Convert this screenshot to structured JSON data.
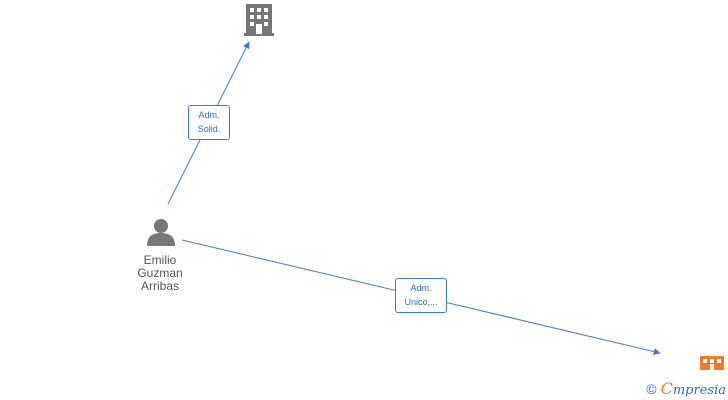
{
  "diagram": {
    "nodes": [
      {
        "id": "company-1",
        "kind": "company",
        "icon": "building-icon",
        "color": "#777777"
      },
      {
        "id": "person",
        "kind": "person",
        "icon": "person-icon",
        "color": "#777777",
        "name_lines": [
          "Emilio",
          "Guzman",
          "Arribas"
        ]
      },
      {
        "id": "company-2",
        "kind": "company",
        "icon": "building-icon",
        "color": "#f07a28"
      }
    ],
    "edges": [
      {
        "from": "person",
        "to": "company-1",
        "label_lines": [
          "Adm.",
          "Solid."
        ]
      },
      {
        "from": "person",
        "to": "company-2",
        "label_lines": [
          "Adm.",
          "Unico,..."
        ]
      }
    ],
    "edge_color": "#3a7bd5"
  },
  "footer": {
    "copyright_symbol": "©",
    "brand_initial": "C",
    "brand_rest": "mpresia"
  }
}
